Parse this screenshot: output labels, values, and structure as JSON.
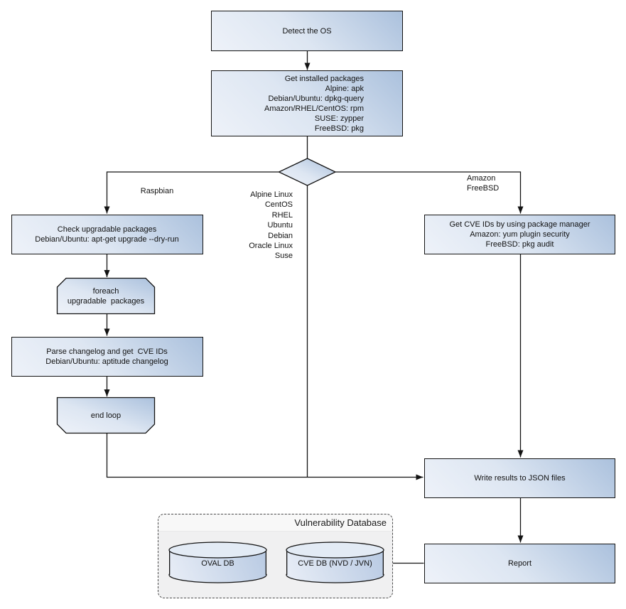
{
  "diagram": {
    "kind": "flowchart",
    "nodes": {
      "detect_os": {
        "label": "Detect the OS"
      },
      "get_packages": {
        "lines": [
          "Get installed packages",
          "Alpine: apk",
          "Debian/Ubuntu: dpkg-query",
          "Amazon/RHEL/CentOS: rpm",
          "SUSE: zypper",
          "FreeBSD: pkg"
        ]
      },
      "check_upgradable": {
        "lines": [
          "Check upgradable packages",
          "Debian/Ubuntu: apt-get upgrade --dry-run"
        ]
      },
      "foreach_loop": {
        "lines": [
          "foreach",
          "upgradable  packages"
        ]
      },
      "parse_changelog": {
        "lines": [
          "Parse changelog and get  CVE IDs",
          "Debian/Ubuntu: aptitude changelog"
        ]
      },
      "end_loop": {
        "label": "end loop"
      },
      "get_cve_ids": {
        "lines": [
          "Get CVE IDs by using package manager",
          "Amazon: yum plugin security",
          "FreeBSD: pkg audit"
        ]
      },
      "write_results": {
        "label": "Write results to JSON files"
      },
      "report": {
        "label": "Report"
      }
    },
    "edge_labels": {
      "raspbian": "Raspbian",
      "os_list": [
        "Alpine Linux",
        "CentOS",
        "RHEL",
        "Ubuntu",
        "Debian",
        "Oracle Linux",
        "Suse"
      ],
      "amazon_freebsd": [
        "Amazon",
        "FreeBSD"
      ]
    },
    "edges": [
      {
        "from": "detect_os",
        "to": "get_packages",
        "arrow": true
      },
      {
        "from": "get_packages",
        "to": "os_decision",
        "arrow": false
      },
      {
        "from": "os_decision",
        "to": "check_upgradable",
        "label": "Raspbian",
        "arrow": true
      },
      {
        "from": "os_decision",
        "to": "get_cve_ids",
        "label": "Amazon FreeBSD",
        "arrow": true
      },
      {
        "from": "os_decision",
        "to": "write_results",
        "label": "Alpine Linux CentOS RHEL Ubuntu Debian Oracle Linux Suse",
        "arrow": true
      },
      {
        "from": "check_upgradable",
        "to": "foreach_loop",
        "arrow": true
      },
      {
        "from": "foreach_loop",
        "to": "parse_changelog",
        "arrow": true
      },
      {
        "from": "parse_changelog",
        "to": "end_loop",
        "arrow": true
      },
      {
        "from": "end_loop",
        "to": "write_results",
        "arrow": true
      },
      {
        "from": "get_cve_ids",
        "to": "write_results",
        "arrow": true
      },
      {
        "from": "write_results",
        "to": "report",
        "arrow": true
      },
      {
        "from": "vulnerability_database",
        "to": "report",
        "arrow": false
      }
    ],
    "database": {
      "title": "Vulnerability Database",
      "cylinders": [
        {
          "label": "OVAL DB"
        },
        {
          "label": "CVE DB (NVD / JVN)"
        }
      ]
    }
  },
  "colors": {
    "line_color": "#131313",
    "node_border": "#131313",
    "node_grad_light": "#eef2f9",
    "node_grad_dark": "#abc1dd",
    "text_color": "#111111",
    "container_bg": "#f0f0f1",
    "container_border": "#4a4a4a"
  }
}
